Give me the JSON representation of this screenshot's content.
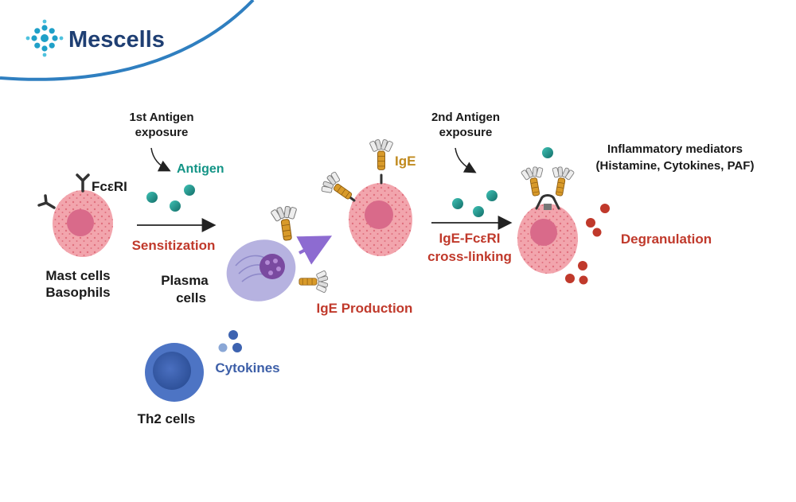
{
  "brand": {
    "name": "Mescells",
    "arc_color": "#2f7fc0",
    "text_color": "#1f3f73",
    "icon_color": "#1fa0c8"
  },
  "labels": {
    "first_exposure_line1": "1st Antigen",
    "first_exposure_line2": "exposure",
    "antigen": "Antigen",
    "fceri": "FcεRI",
    "sensitization": "Sensitization",
    "mast_cells": "Mast cells",
    "basophils": "Basophils",
    "plasma_line1": "Plasma",
    "plasma_line2": "cells",
    "ige": "IgE",
    "ige_production": "IgE Production",
    "second_exposure_line1": "2nd Antigen",
    "second_exposure_line2": "exposure",
    "crosslink_line1": "IgE-FcεRI",
    "crosslink_line2": "cross-linking",
    "mediators_line1": "Inflammatory mediators",
    "mediators_line2": "(Histamine, Cytokines, PAF)",
    "degranulation": "Degranulation",
    "cytokines": "Cytokines",
    "th2": "Th2 cells"
  },
  "colors": {
    "mast_cell": "#f2a5ad",
    "mast_nucleus": "#d96a8a",
    "granule": "#e06a78",
    "antigen": "#1f8c86",
    "mediator": "#c0392b",
    "antibody": "#d89a2a",
    "plasma_cell": "#b6b2e0",
    "th2_cell": "#3d63b0",
    "arrow_purple": "#8d6bd1"
  }
}
